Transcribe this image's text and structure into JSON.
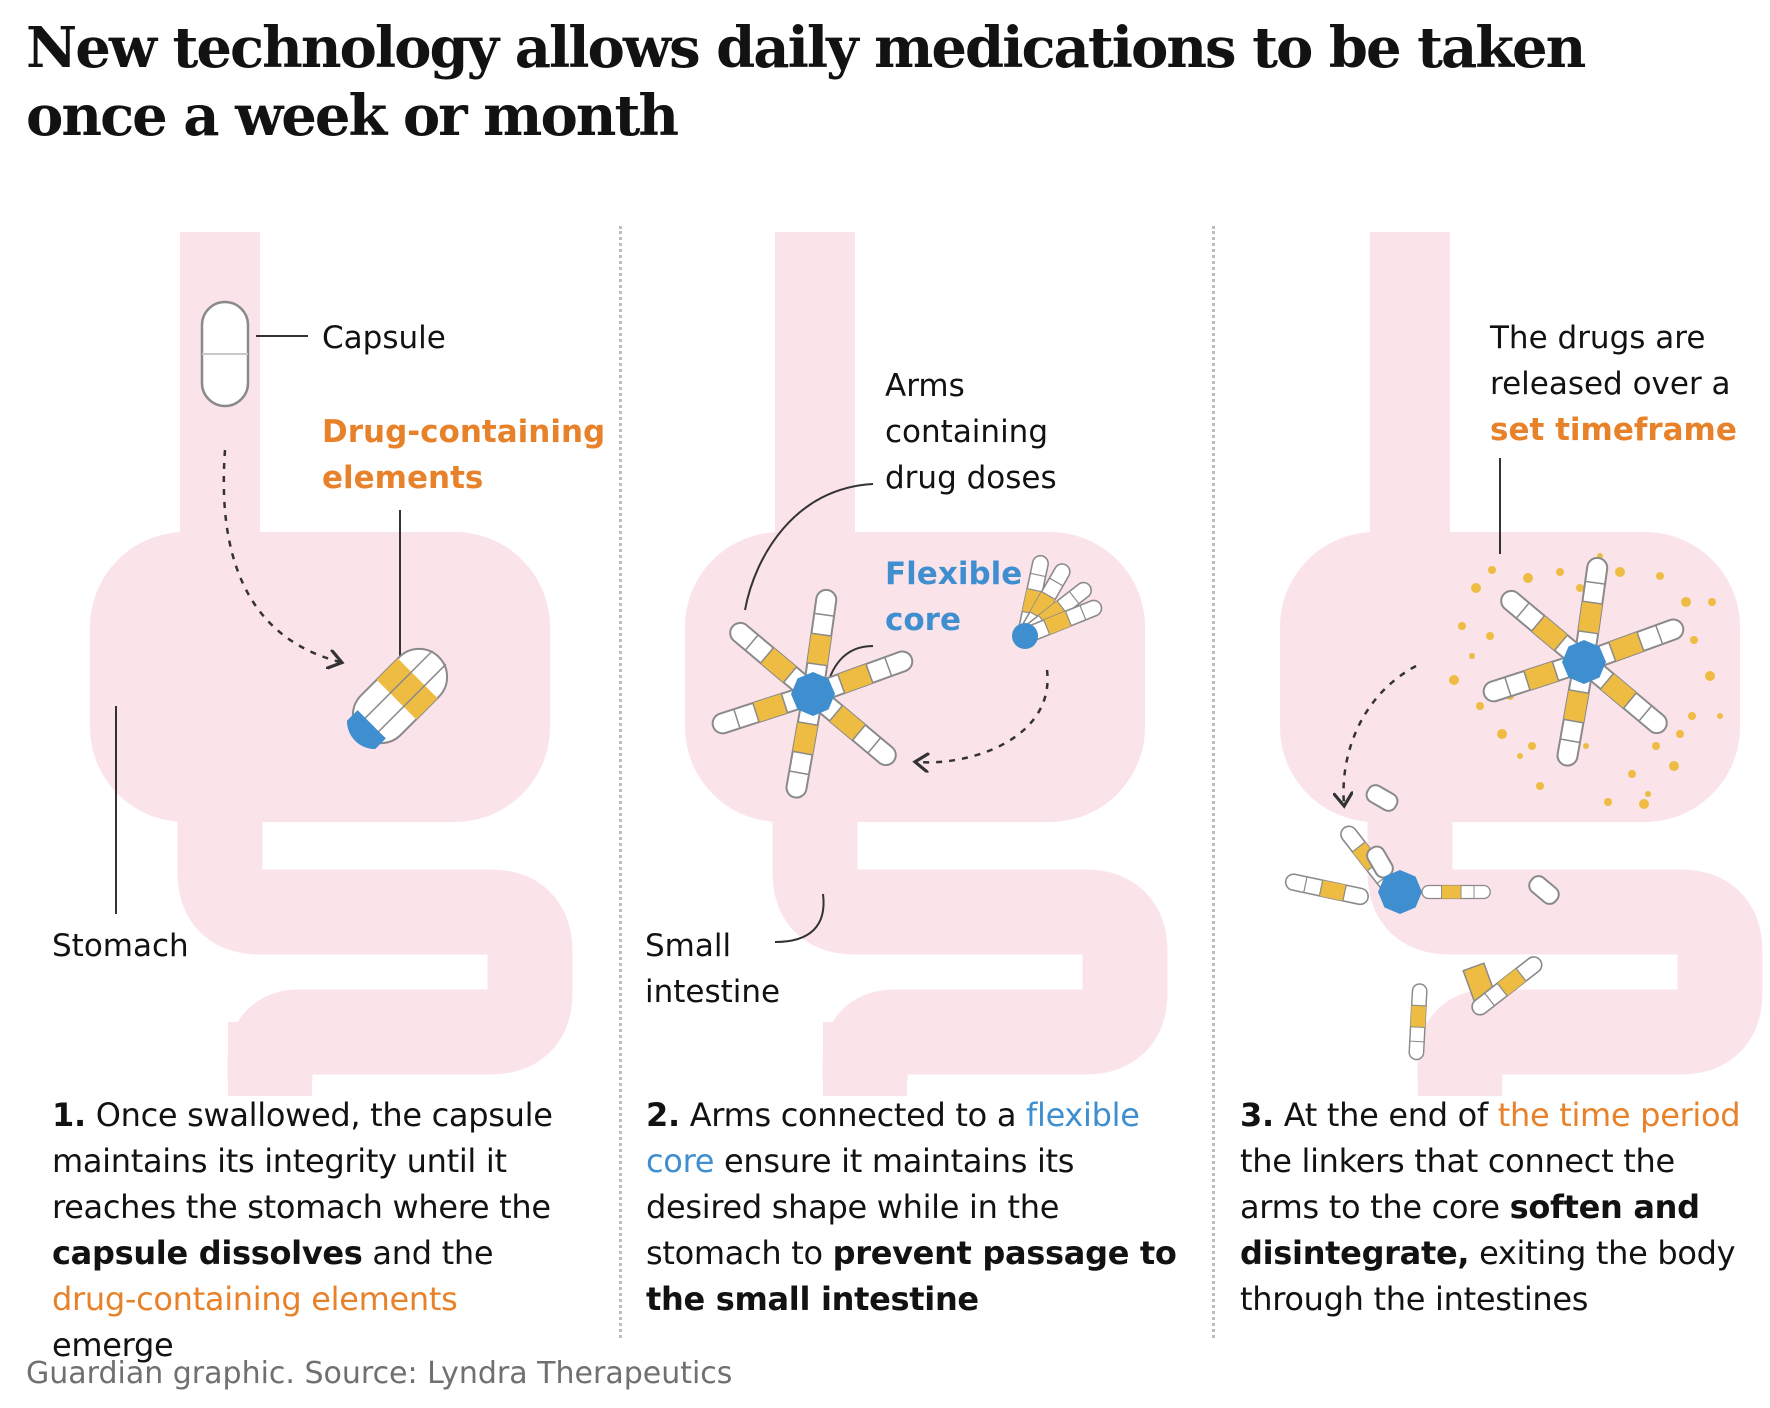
{
  "title": "New technology allows daily medications to be taken once a week or month",
  "colors": {
    "gut": "#fbe3ea",
    "drug_yellow": "#eebc43",
    "core_blue": "#3f8fd0",
    "accent_orange": "#e8822a",
    "label_black": "#121212"
  },
  "panel1": {
    "label_capsule": "Capsule",
    "label_elements_line1": "Drug-containing",
    "label_elements_line2": "elements",
    "label_stomach": "Stomach",
    "caption": {
      "num": "1.",
      "t1": " Once swallowed, the capsule maintains its integrity until it reaches the stomach where the ",
      "b1": "capsule dissolves",
      "t2": " and the ",
      "o1": "drug-containing elements",
      "t3": " emerge"
    }
  },
  "panel2": {
    "label_arms_line1": "Arms",
    "label_arms_line2": "containing",
    "label_arms_line3": "drug doses",
    "label_core_line1": "Flexible",
    "label_core_line2": "core",
    "label_intestine_line1": "Small",
    "label_intestine_line2": "intestine",
    "caption": {
      "num": "2.",
      "t1": " Arms connected to a ",
      "c1": "flexible core",
      "t2": " ensure it maintains its desired shape while in the stomach to ",
      "b1": "prevent passage to the small intestine"
    }
  },
  "panel3": {
    "label_release_line1": "The drugs are",
    "label_release_line2": "released over a",
    "label_release_line3": "set timeframe",
    "caption": {
      "num": "3.",
      "t1": " At the end of ",
      "o1": "the time period",
      "t2": " the linkers that connect the arms to the core ",
      "b1": "soften and disintegrate,",
      "t3": " exiting the body through the intestines"
    }
  },
  "footer": "Guardian graphic. Source: Lyndra Therapeutics"
}
